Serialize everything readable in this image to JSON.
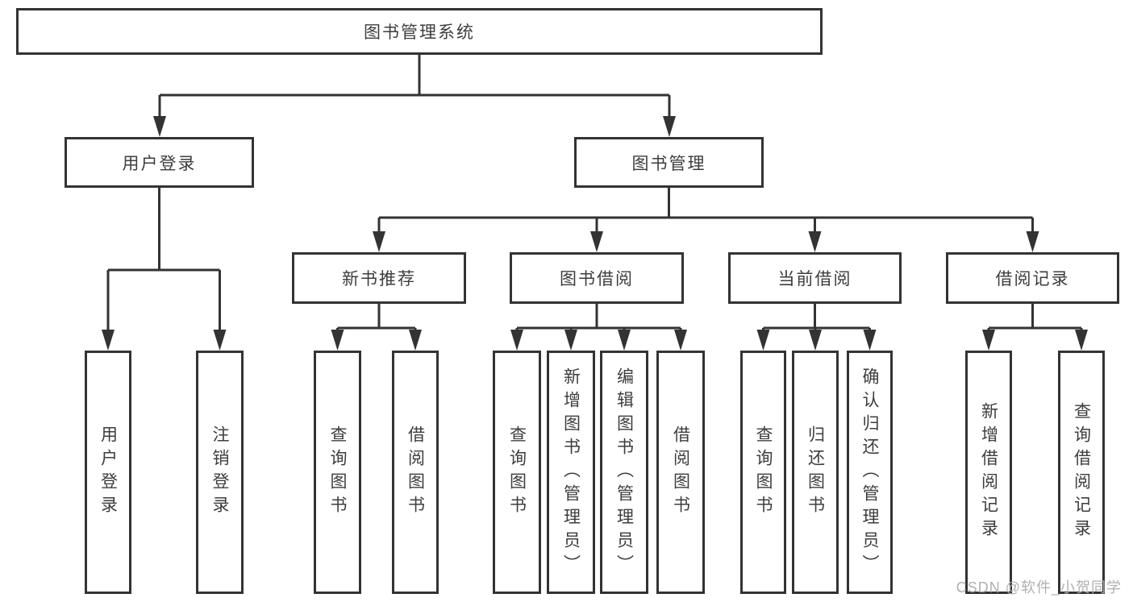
{
  "diagram_title": "图书管理系统",
  "tree": {
    "root": {
      "label": "图书管理系统"
    },
    "branches": [
      {
        "label": "用户登录",
        "children": [
          {
            "label": "用户登录"
          },
          {
            "label": "注销登录"
          }
        ]
      },
      {
        "label": "图书管理",
        "children": [
          {
            "label": "新书推荐",
            "children": [
              {
                "label": "查询图书"
              },
              {
                "label": "借阅图书"
              }
            ]
          },
          {
            "label": "图书借阅",
            "children": [
              {
                "label": "查询图书"
              },
              {
                "label": "新增图书（管理员）"
              },
              {
                "label": "编辑图书（管理员）"
              },
              {
                "label": "借阅图书"
              }
            ]
          },
          {
            "label": "当前借阅",
            "children": [
              {
                "label": "查询图书"
              },
              {
                "label": "归还图书"
              },
              {
                "label": "确认归还（管理员）"
              }
            ]
          },
          {
            "label": "借阅记录",
            "children": [
              {
                "label": "新增借阅记录"
              },
              {
                "label": "查询借阅记录"
              }
            ]
          }
        ]
      }
    ]
  },
  "watermark": "CSDN @软件_小贺同学",
  "colors": {
    "line": "#333333",
    "text": "#3d3d3d",
    "background": "#ffffff",
    "watermark": "#b0b0b0"
  }
}
